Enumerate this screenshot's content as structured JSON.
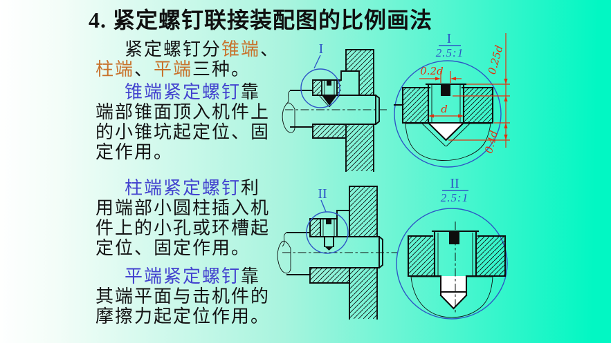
{
  "slide": {
    "title": "4. 紧定螺钉联接装配图的比例画法",
    "paragraphs": {
      "p1": {
        "r1": "紧定螺钉分",
        "r2": "锥端",
        "r3": "、\n",
        "r4": "柱端",
        "r5": "、",
        "r6": "平端",
        "r7": "三种。"
      },
      "p2": {
        "term": "锥端紧定螺钉",
        "body": "靠\n端部锥面顶入机件上\n的小锥坑起定位、固\n定作用。"
      },
      "p3": {
        "term": "柱端紧定螺钉",
        "body": "利\n用端部小圆柱插入机\n件上的小孔或环槽起\n定位、固定作用。"
      },
      "p4": {
        "term": "平端紧定螺钉",
        "body": "靠\n其端平面与击机件的\n摩擦力起定位作用。"
      }
    }
  },
  "diagram": {
    "detail1": {
      "ref": "I",
      "title": "I",
      "scale": "2.5:1"
    },
    "detail2": {
      "ref": "II",
      "title": "II",
      "scale": "2.5:1"
    },
    "dims": {
      "slot_width": "0.2d",
      "slot_depth": "0.25d",
      "screw_diameter": "d",
      "cone_depth": "0.4d"
    }
  },
  "colors": {
    "term_orange": "#c8722c",
    "term_blue": "#4343cf",
    "annotation_blue": "#2e55c6",
    "dimension_red": "#e2300e",
    "background_teal": "#02f7c3"
  }
}
